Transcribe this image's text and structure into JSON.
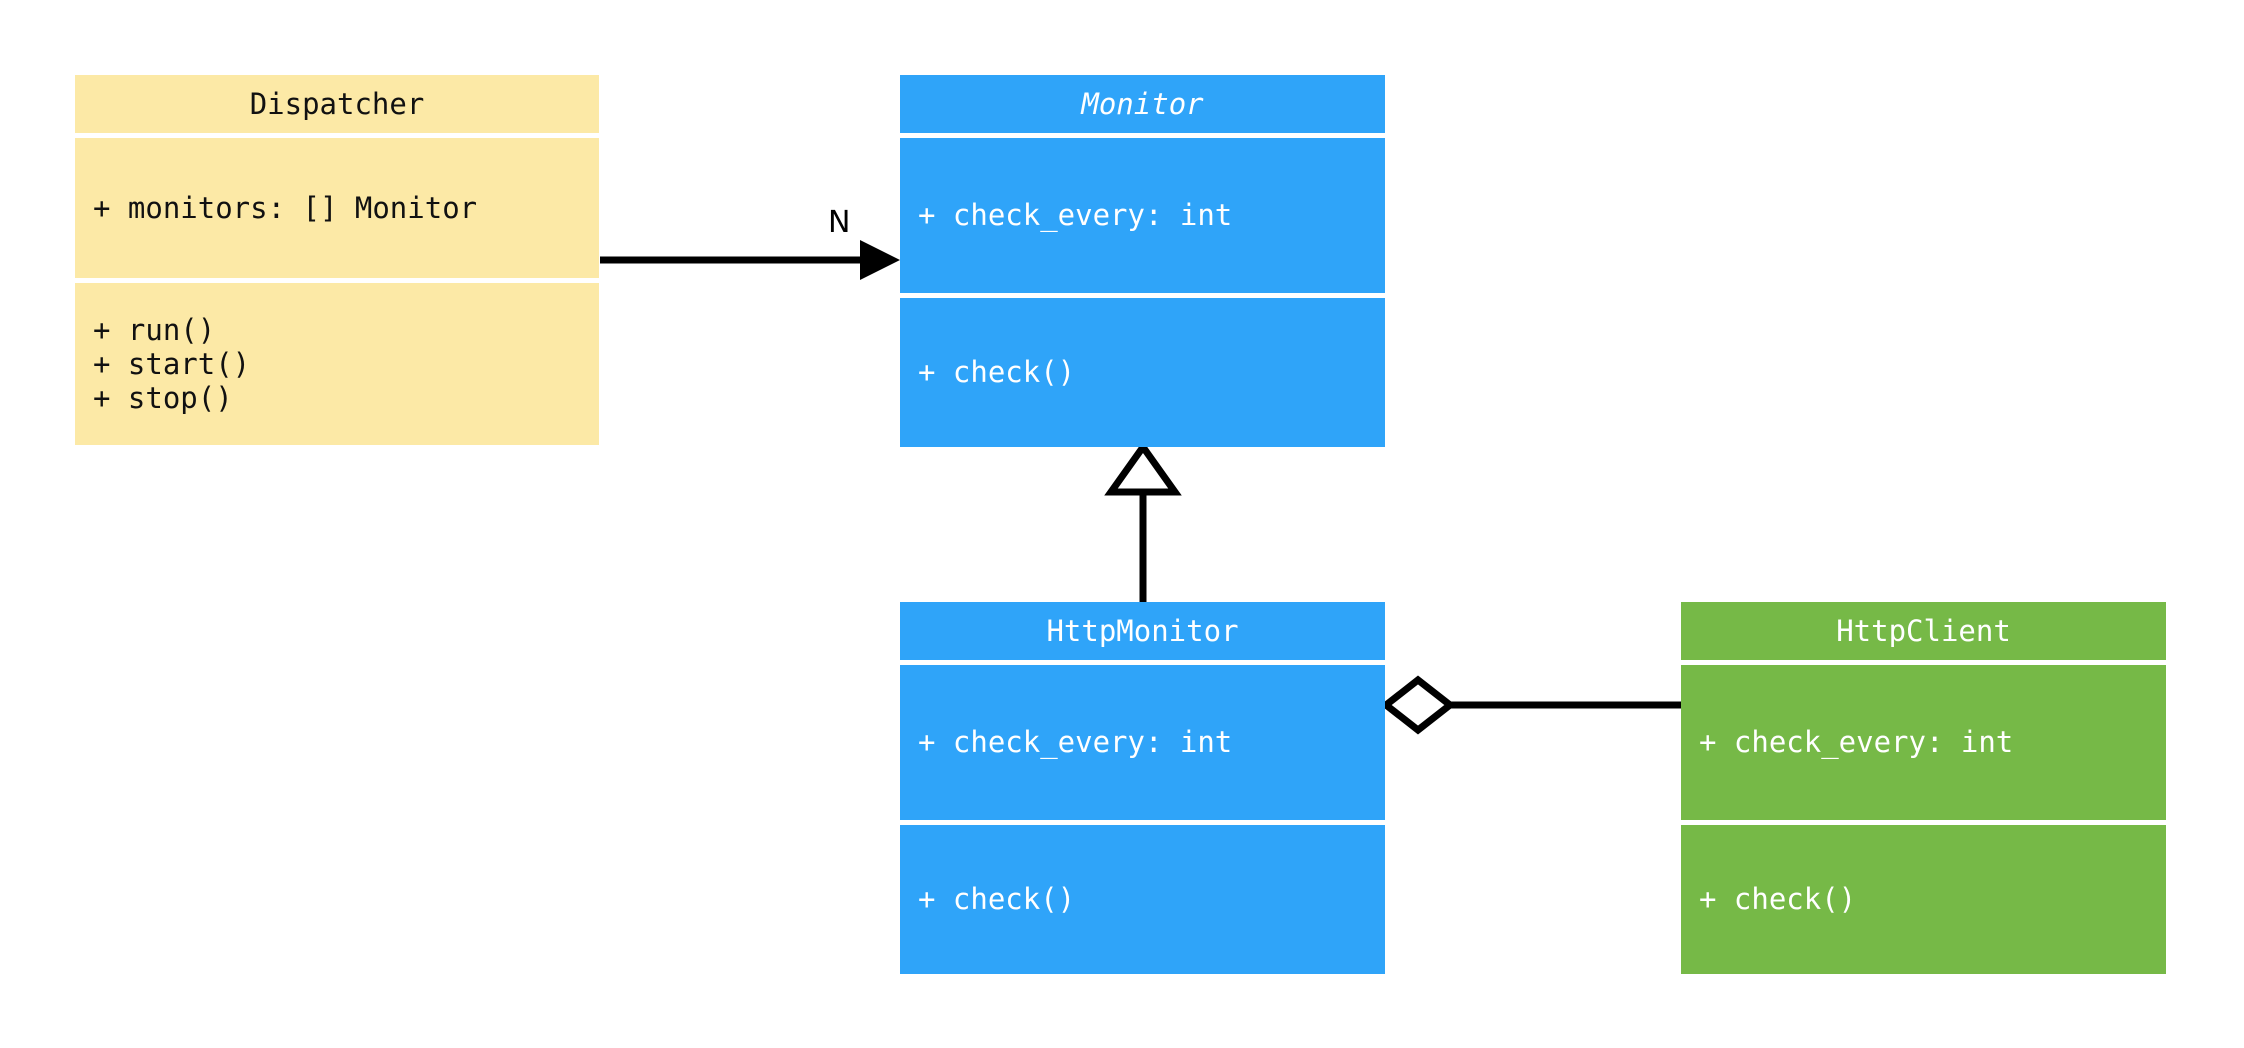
{
  "diagram": {
    "type": "uml-class-diagram",
    "background": "#ffffff",
    "colors": {
      "yellow": "#fce9a6",
      "blue": "#2fa4f9",
      "green": "#76b947",
      "line": "#000000",
      "text_dark": "#111111",
      "text_light": "#ffffff"
    }
  },
  "classes": [
    {
      "id": "dispatcher",
      "name": "Dispatcher",
      "abstract": false,
      "color": "#fce9a6",
      "attributes": [
        "+ monitors: [] Monitor"
      ],
      "methods": [
        "+ run()",
        "+ start()",
        "+ stop()"
      ]
    },
    {
      "id": "monitor",
      "name": "Monitor",
      "abstract": true,
      "color": "#2fa4f9",
      "attributes": [
        "+ check_every: int"
      ],
      "methods": [
        "+ check()"
      ]
    },
    {
      "id": "httpmonitor",
      "name": "HttpMonitor",
      "abstract": false,
      "color": "#2fa4f9",
      "attributes": [
        "+ check_every: int"
      ],
      "methods": [
        "+ check()"
      ]
    },
    {
      "id": "httpclient",
      "name": "HttpClient",
      "abstract": false,
      "color": "#76b947",
      "attributes": [
        "+ check_every: int"
      ],
      "methods": [
        "+ check()"
      ]
    }
  ],
  "relationships": [
    {
      "id": "dispatcher-to-monitor",
      "kind": "association",
      "from": "Dispatcher",
      "to": "Monitor",
      "label": "N",
      "arrow_head": "filled-triangle"
    },
    {
      "id": "httpmonitor-inherits-monitor",
      "kind": "generalization",
      "from": "HttpMonitor",
      "to": "Monitor",
      "label": "",
      "arrow_head": "hollow-triangle"
    },
    {
      "id": "httpmonitor-aggregates-httpclient",
      "kind": "aggregation",
      "from": "HttpMonitor",
      "to": "HttpClient",
      "label": "",
      "arrow_head": "hollow-diamond"
    }
  ]
}
